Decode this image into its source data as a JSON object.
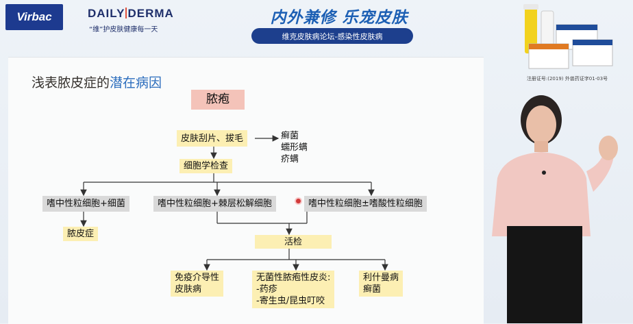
{
  "header": {
    "virbac_logo": "Virbac",
    "dailyderma_brand": "DAILYDERMA",
    "dailyderma_brand_parts": [
      "DAILY",
      "DERMA"
    ],
    "dailyderma_slogan": "“维”护皮肤健康每一天",
    "event_title": "内外兼修 乐宠皮肤",
    "event_subtitle": "维克皮肤病论坛-感染性皮肤病",
    "registration_number": "注册证号:(2019) 外兽药证字01-03号"
  },
  "slide": {
    "title_part1": "浅表脓皮症的",
    "title_part2": "潜在病因",
    "top_box": "脓疱",
    "step1": "皮肤刮片、拔毛",
    "mites": [
      "癣菌",
      "蠕形螨",
      "疥螨"
    ],
    "step2": "细胞学检查",
    "branch_left": "嗜中性粒细胞+细菌",
    "branch_mid": "嗜中性粒细胞+棘层松解细胞",
    "branch_right": "嗜中性粒细胞±嗜酸性粒细胞",
    "result_left": "脓皮症",
    "step3": "活检",
    "out1": [
      "免疫介导性",
      "皮肤病"
    ],
    "out2": [
      "无菌性脓疱性皮炎:",
      "-药疹",
      "-寄生虫/昆虫叮咬"
    ],
    "out3": [
      "利什曼病",
      "癣菌"
    ]
  },
  "colors": {
    "brand_blue": "#1d3a8f",
    "title_blue": "#2b6dbd",
    "yellow_box": "#fcefb3",
    "gray_box": "#d9d9d9",
    "pink_box": "#f4c3b9"
  }
}
